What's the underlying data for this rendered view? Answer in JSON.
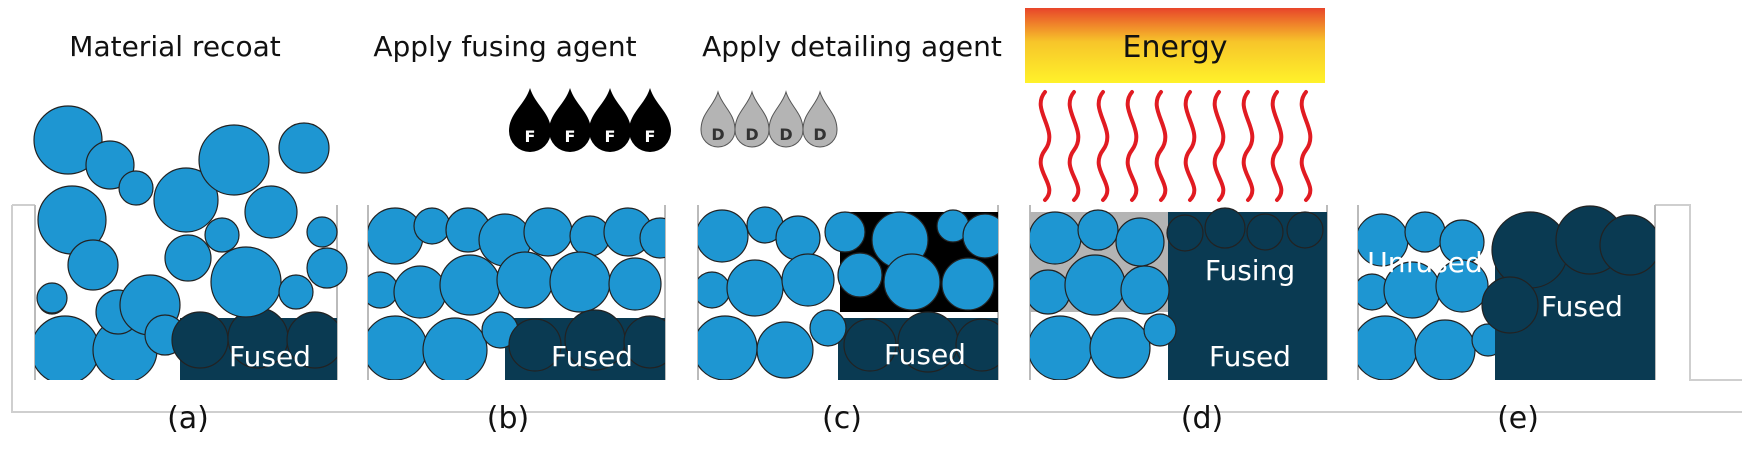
{
  "panels": [
    {
      "id": "a",
      "title": "Material recoat",
      "caption": "(a)"
    },
    {
      "id": "b",
      "title": "Apply fusing agent",
      "caption": "(b)",
      "drop_letter": "F",
      "drop_count": 4
    },
    {
      "id": "c",
      "title": "Apply detailing agent",
      "caption": "(c)",
      "drop_letter": "D",
      "drop_count": 4
    },
    {
      "id": "d",
      "title": "",
      "caption": "(d)"
    },
    {
      "id": "e",
      "title": "",
      "caption": "(e)"
    }
  ],
  "labels": {
    "fused": "Fused",
    "fusing": "Fusing",
    "unfused": "Unfused",
    "energy": "Energy"
  },
  "colors": {
    "powder": "#1e96d2",
    "fused": "#0a3a52",
    "detailing_drop": "#b4b4b4",
    "fusing_drop": "#000000",
    "heat_wave": "#e11b22",
    "energy_top": "#e8452a",
    "energy_bottom": "#fff22a",
    "outline": "#222222"
  },
  "icons": {
    "fusing_drop": "black-droplet-icon",
    "detailing_drop": "grey-droplet-icon",
    "heat": "heat-wave-icon"
  }
}
